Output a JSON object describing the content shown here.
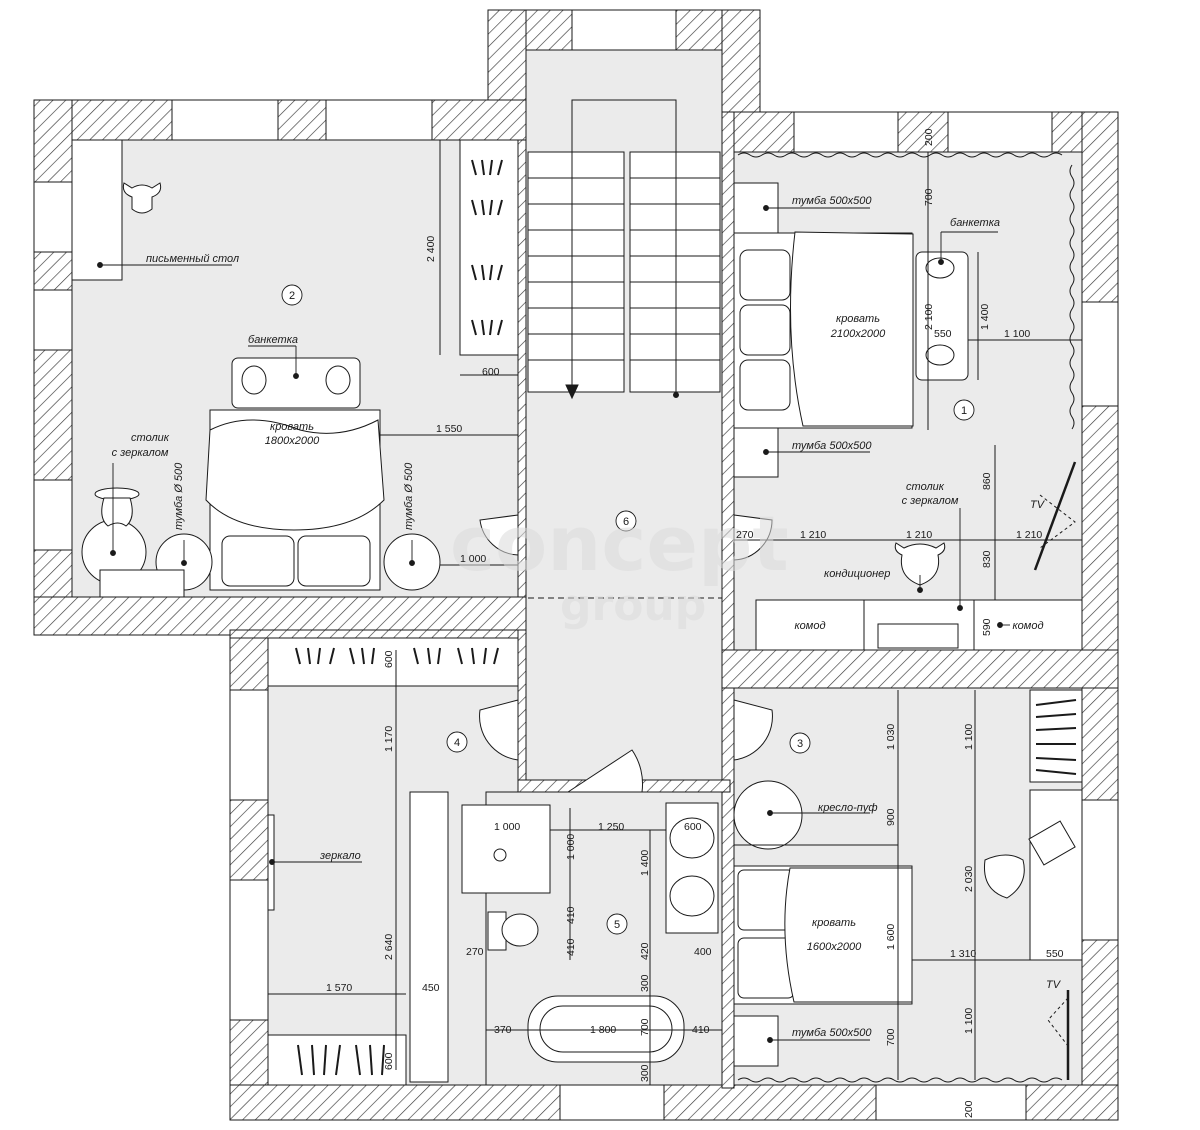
{
  "rooms": [
    {
      "number": "1"
    },
    {
      "number": "2"
    },
    {
      "number": "3"
    },
    {
      "number": "4"
    },
    {
      "number": "5"
    },
    {
      "number": "6"
    }
  ],
  "labels": {
    "desk": "письменный стол",
    "bench_room2": "банкетка",
    "bed_room2": "кровать",
    "bed_room2_size": "1800x2000",
    "vanity_room2_a": "столик",
    "vanity_room2_b": "с зеркалом",
    "nightstand_round_left": "тумба Ø 500",
    "nightstand_round_right": "тумба Ø 500",
    "nightstand_room1_top": "тумба 500x500",
    "nightstand_room1_bottom": "тумба 500x500",
    "bench_room1": "банкетка",
    "bed_room1": "кровать",
    "bed_room1_size": "2100x2000",
    "tv_room1": "TV",
    "vanity_room1_a": "столик",
    "vanity_room1_b": "с зеркалом",
    "aircon": "кондиционер",
    "dresser_left": "комод",
    "dresser_right": "комод",
    "pouf": "кресло-пуф",
    "bed_room3": "кровать",
    "bed_room3_size": "1600x2000",
    "nightstand_room3": "тумба 500x500",
    "tv_room3": "TV",
    "mirror": "зеркало",
    "watermark_main": "concept",
    "watermark_sub": "group"
  },
  "dimensions": {
    "d2400": "2 400",
    "d600_wardrobe": "600",
    "d1550": "1 550",
    "d1000_room2": "1 000",
    "d200_top": "200",
    "d700_top": "700",
    "d2100": "2 100",
    "d1400_room1": "1 400",
    "d550_room1": "550",
    "d1100_room1": "1 100",
    "d860": "860",
    "d830": "830",
    "d590": "590",
    "d270_room1": "270",
    "d1210_a": "1 210",
    "d1210_b": "1 210",
    "d1210_c": "1 210",
    "d600_r4_top": "600",
    "d1170": "1 170",
    "d2640": "2 640",
    "d1570": "1 570",
    "d450": "450",
    "d600_r4_bottom": "600",
    "d1000_shower_w": "1 000",
    "d1000_shower_h": "1 000",
    "d1250": "1 250",
    "d600_sink": "600",
    "d1400_bath": "1 400",
    "d410_a": "410",
    "d410_b": "410",
    "d420": "420",
    "d270_bath": "270",
    "d400": "400",
    "d300_a": "300",
    "d300_b": "300",
    "d370": "370",
    "d1800": "1 800",
    "d700_bath": "700",
    "d410_c": "410",
    "d1030": "1 030",
    "d1100_r3_top": "1 100",
    "d900": "900",
    "d2030": "2 030",
    "d1600": "1 600",
    "d1310": "1 310",
    "d550_r3": "550",
    "d700_r3": "700",
    "d1100_r3_bottom": "1 100",
    "d200_bottom": "200"
  },
  "colors": {
    "wall_hatch": "#3a3a3a",
    "floor": "#ebebeb",
    "line": "#1a1a1a",
    "watermark": "#dcdcdc"
  }
}
